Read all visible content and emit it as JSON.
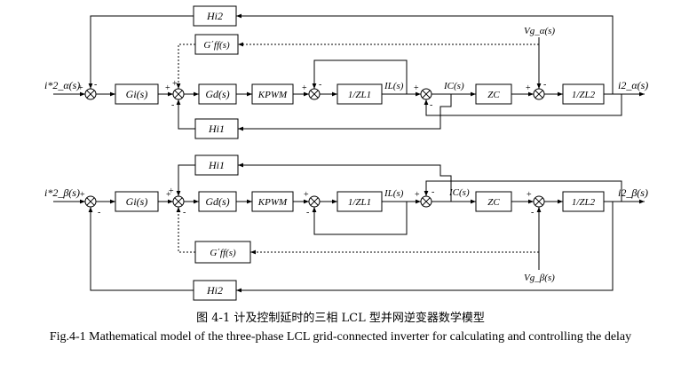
{
  "top": {
    "input": "i*2_α(s)",
    "output": "i2_α(s)",
    "blocks": {
      "feedback_outer": "Hi2",
      "feedforward": "G΄ff(s)",
      "controller": "Gi(s)",
      "delay": "Gd(s)",
      "pwm": "KPWM",
      "inductor1": "1/ZL1",
      "capacitor": "ZC",
      "inductor2": "1/ZL2",
      "feedback_inner": "Hi1"
    },
    "signals": {
      "il": "IL(s)",
      "ic": "IC(s)",
      "vg": "Vg_α(s)"
    }
  },
  "bottom": {
    "input": "i*2_β(s)",
    "output": "i2_β(s)",
    "blocks": {
      "feedback_outer": "Hi2",
      "feedforward": "G΄ff(s)",
      "controller": "Gi(s)",
      "delay": "Gd(s)",
      "pwm": "KPWM",
      "inductor1": "1/ZL1",
      "capacitor": "ZC",
      "inductor2": "1/ZL2",
      "feedback_inner": "Hi1"
    },
    "signals": {
      "il": "IL(s)",
      "ic": "IC(s)",
      "vg": "Vg_β(s)"
    }
  },
  "signs": {
    "plus": "+",
    "minus": "-"
  },
  "caption": {
    "zh": "图 4-1 计及控制延时的三相 LCL 型并网逆变器数学模型",
    "en": "Fig.4-1 Mathematical model of the three-phase LCL grid-connected inverter for calculating and controlling the delay"
  },
  "colors": {
    "line": "#000000",
    "background": "#ffffff"
  }
}
